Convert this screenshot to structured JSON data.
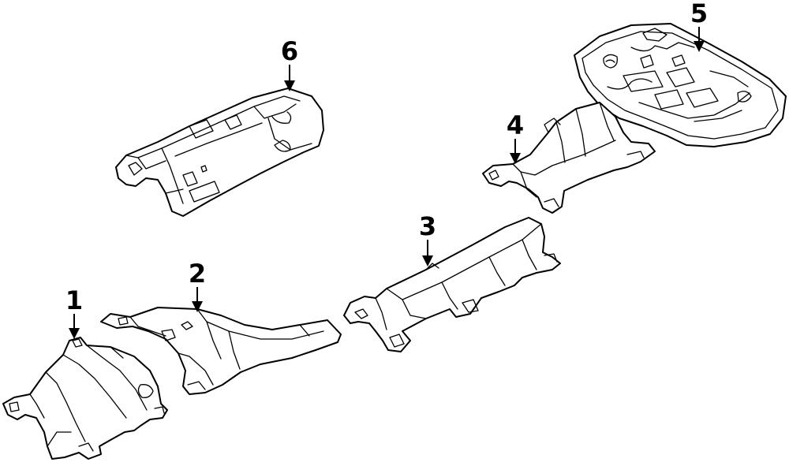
{
  "parts": [
    {
      "id": "part-1",
      "label": "1"
    },
    {
      "id": "part-2",
      "label": "2"
    },
    {
      "id": "part-3",
      "label": "3"
    },
    {
      "id": "part-4",
      "label": "4"
    },
    {
      "id": "part-5",
      "label": "5"
    },
    {
      "id": "part-6",
      "label": "6"
    }
  ]
}
